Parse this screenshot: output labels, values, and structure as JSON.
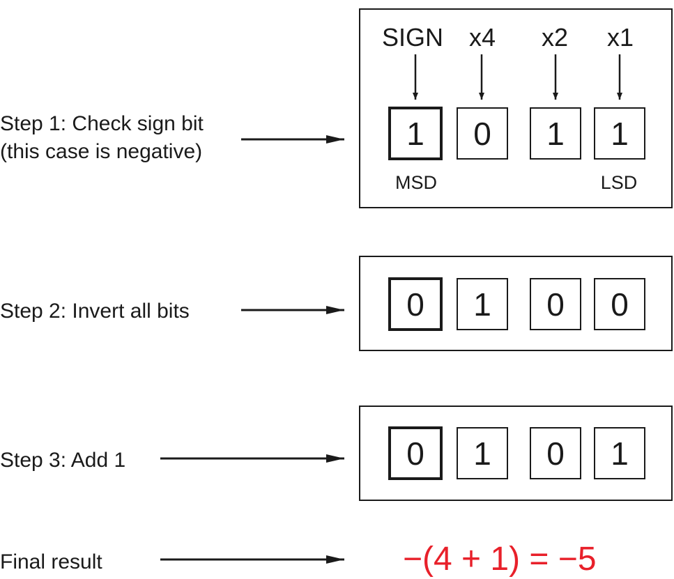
{
  "step1": {
    "label_line1": "Step 1: Check sign bit",
    "label_line2": "(this case is negative)",
    "headers": [
      "SIGN",
      "x4",
      "x2",
      "x1"
    ],
    "bits": [
      "1",
      "0",
      "1",
      "1"
    ],
    "msd_label": "MSD",
    "lsd_label": "LSD"
  },
  "step2": {
    "label": "Step 2: Invert all bits",
    "bits": [
      "0",
      "1",
      "0",
      "0"
    ]
  },
  "step3": {
    "label": "Step 3: Add 1",
    "bits": [
      "0",
      "1",
      "0",
      "1"
    ]
  },
  "final": {
    "label": "Final result",
    "expression": "−(4 + 1) = −5",
    "expression_color": "#e8202a"
  }
}
